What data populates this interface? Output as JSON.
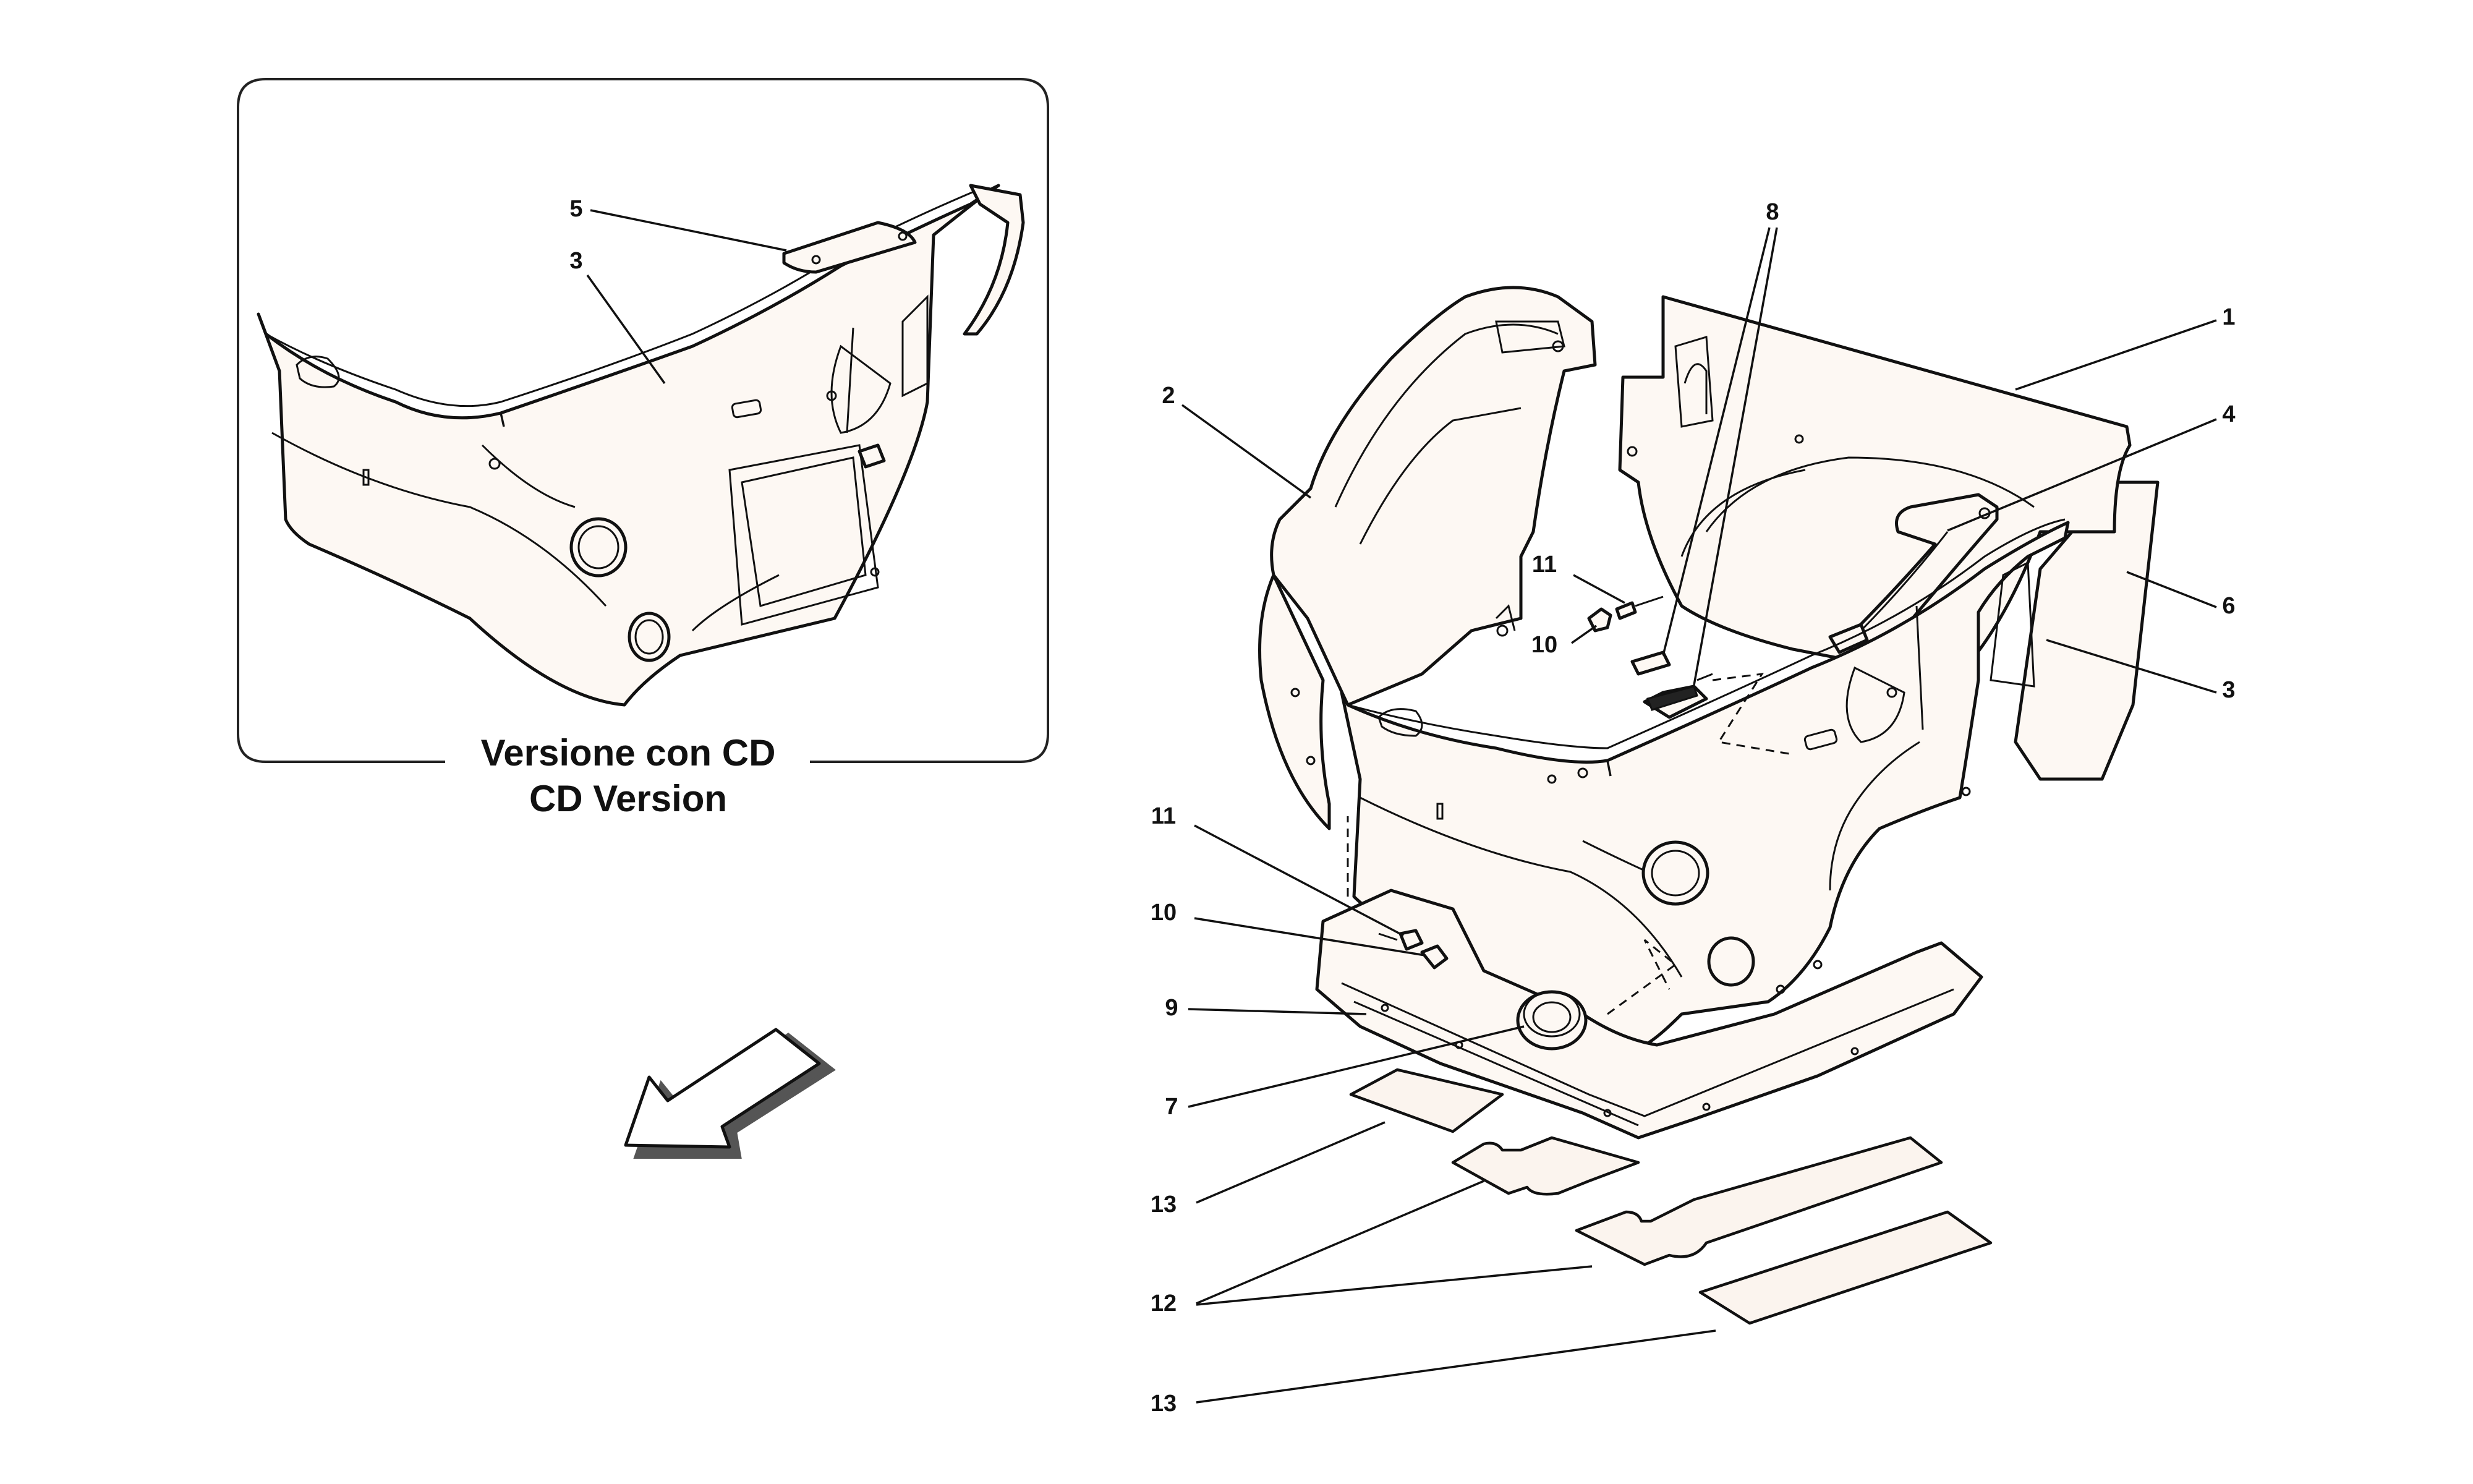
{
  "inset": {
    "caption_line1": "Versione con CD",
    "caption_line2": "CD Version",
    "callouts": [
      "5",
      "3"
    ]
  },
  "main": {
    "callouts": [
      "1",
      "2",
      "4",
      "6",
      "3",
      "8",
      "11",
      "10",
      "11",
      "10",
      "9",
      "7",
      "13",
      "12",
      "13"
    ]
  },
  "orientation": {
    "icon": "direction-arrow-icon"
  }
}
